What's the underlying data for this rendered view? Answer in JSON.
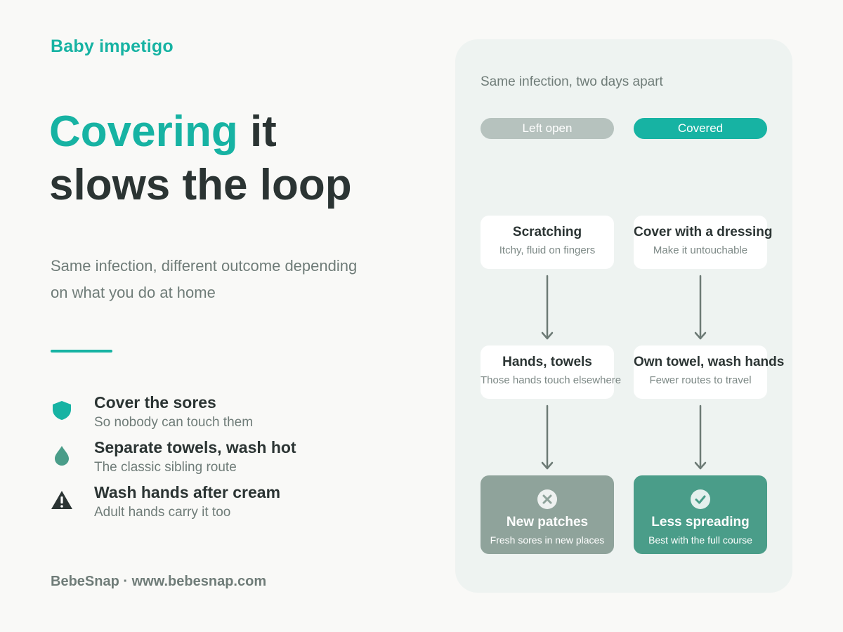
{
  "eyebrow": "Baby impetigo",
  "headline": {
    "accent": "Covering",
    "rest_line1": " it",
    "line2": "slows the loop"
  },
  "subtitle": "Same infection, different outcome depending on what you do at home",
  "tips": [
    {
      "icon": "shield-icon",
      "title": "Cover the sores",
      "subtitle": "So nobody can touch them"
    },
    {
      "icon": "drop-icon",
      "title": "Separate towels, wash hot",
      "subtitle": "The classic sibling route"
    },
    {
      "icon": "warning-icon",
      "title": "Wash hands after cream",
      "subtitle": "Adult hands carry it too"
    }
  ],
  "footer": "BebeSnap · www.bebesnap.com",
  "panel": {
    "title": "Same infection, two days apart",
    "columns": [
      {
        "label": "Left open",
        "steps": [
          {
            "title": "Scratching",
            "subtitle": "Itchy, fluid on fingers"
          },
          {
            "title": "Hands, towels",
            "subtitle": "Those hands touch elsewhere"
          }
        ],
        "outcome": {
          "icon": "x-icon",
          "title": "New patches",
          "subtitle": "Fresh sores in new places"
        }
      },
      {
        "label": "Covered",
        "steps": [
          {
            "title": "Cover with a dressing",
            "subtitle": "Make it untouchable"
          },
          {
            "title": "Own towel, wash hands",
            "subtitle": "Fewer routes to travel"
          }
        ],
        "outcome": {
          "icon": "check-icon",
          "title": "Less spreading",
          "subtitle": "Best with the full course"
        }
      }
    ]
  },
  "colors": {
    "accent": "#17b3a3",
    "text": "#2b3433",
    "muted": "#6f7c78",
    "panel": "#eef3f1",
    "outcome_bad": "#8fa39b",
    "outcome_good": "#4a9d89",
    "pill_open": "#b6c2be",
    "arrow": "#6c7a75"
  }
}
